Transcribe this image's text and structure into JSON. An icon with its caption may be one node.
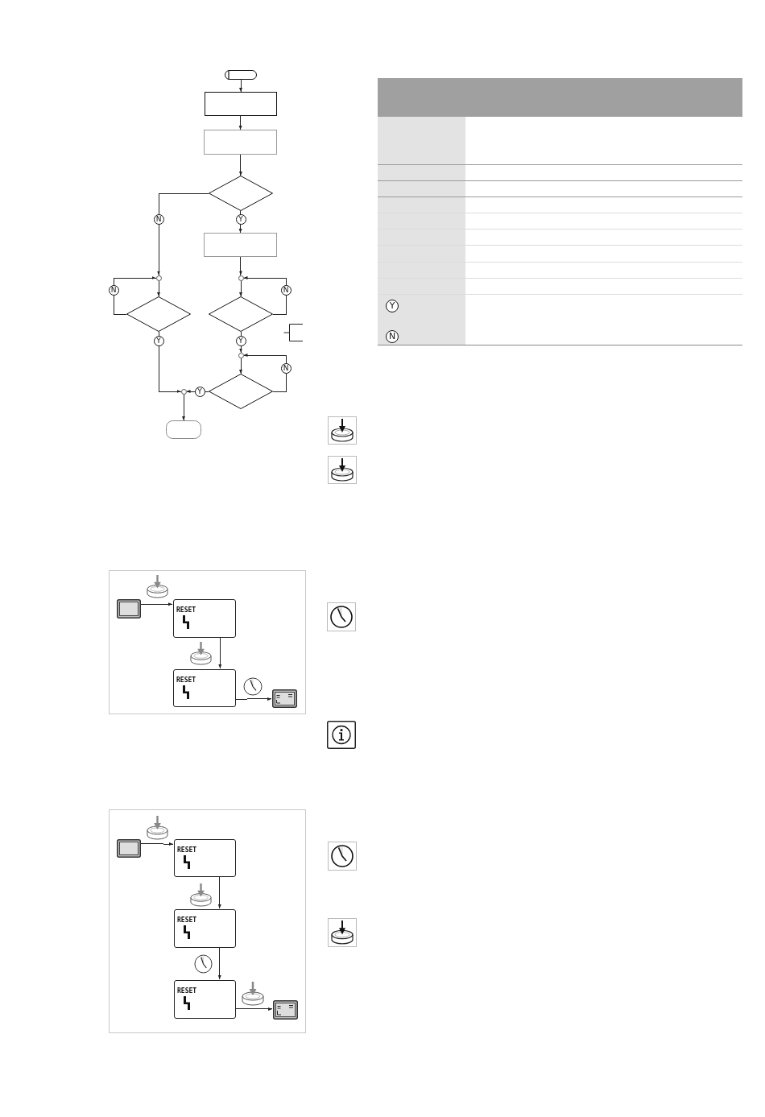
{
  "diagram": {
    "nodes": [
      {
        "text": [],
        "shape": "stadium"
      },
      {
        "text": [],
        "shape": "box"
      },
      {
        "text": [],
        "shape": "box"
      },
      {
        "text": [],
        "shape": "diamond"
      },
      {
        "text": [],
        "shape": "box"
      },
      {
        "text": [],
        "shape": "circle"
      },
      {
        "text": [],
        "shape": "circle"
      },
      {
        "text": [],
        "shape": "diamond"
      },
      {
        "text": [],
        "shape": "diamond"
      },
      {
        "text": [],
        "shape": "circle"
      },
      {
        "text": [],
        "shape": "diamond"
      },
      {
        "text": [],
        "shape": "circle"
      },
      {
        "text": [],
        "shape": "stadium"
      },
      {
        "text": [],
        "shape": "box"
      },
      {
        "text": [],
        "shape": "display",
        "in": 13
      },
      {
        "text": [
          "RESET"
        ],
        "in": 13
      },
      {
        "text": [
          "RESET"
        ],
        "in": 13
      },
      {
        "text": [],
        "shape": "display",
        "in": 13
      },
      {
        "text": [],
        "shape": "box"
      },
      {
        "text": [],
        "shape": "display",
        "in": 18
      },
      {
        "text": [
          "RESET"
        ],
        "in": 18
      },
      {
        "text": [
          "RESET"
        ],
        "in": 18
      },
      {
        "text": [
          "RESET"
        ],
        "in": 18
      },
      {
        "text": [],
        "shape": "display",
        "in": 18
      }
    ],
    "edges": [
      {
        "from": 0,
        "to": 1,
        "arrow": "to"
      },
      {
        "from": 1,
        "to": 2,
        "arrow": "to"
      },
      {
        "from": 2,
        "to": 3,
        "arrow": "to"
      },
      {
        "from": 3,
        "to": 5,
        "label": "N",
        "arrow": "to"
      },
      {
        "from": 3,
        "to": 4,
        "label": "Y",
        "arrow": "to"
      },
      {
        "from": 4,
        "to": 6,
        "arrow": "to"
      },
      {
        "from": 5,
        "to": 7,
        "arrow": "to"
      },
      {
        "from": 7,
        "to": 5,
        "label": "N",
        "arrow": "to"
      },
      {
        "from": 6,
        "to": 8,
        "arrow": "to"
      },
      {
        "from": 8,
        "to": 6,
        "label": "N",
        "arrow": "to"
      },
      {
        "from": 7,
        "to": 11,
        "label": "Y",
        "arrow": "to"
      },
      {
        "from": 8,
        "to": 9,
        "label": "Y",
        "arrow": "to"
      },
      {
        "from": 9,
        "to": 10,
        "arrow": "to"
      },
      {
        "from": 10,
        "to": 9,
        "label": "N",
        "arrow": "to"
      },
      {
        "from": 10,
        "to": 11,
        "label": "Y",
        "arrow": "to"
      },
      {
        "from": 11,
        "to": 12,
        "arrow": "to"
      },
      {
        "from": 14,
        "to": 15,
        "arrow": "to"
      },
      {
        "from": 15,
        "to": 16,
        "arrow": "to"
      },
      {
        "from": 16,
        "to": 17,
        "arrow": "to"
      },
      {
        "from": 19,
        "to": 20,
        "arrow": "to"
      },
      {
        "from": 20,
        "to": 21,
        "arrow": "to"
      },
      {
        "from": 21,
        "to": 22,
        "arrow": "to"
      },
      {
        "from": 22,
        "to": 23,
        "arrow": "to"
      }
    ],
    "labels": [
      "Y",
      "N"
    ]
  }
}
